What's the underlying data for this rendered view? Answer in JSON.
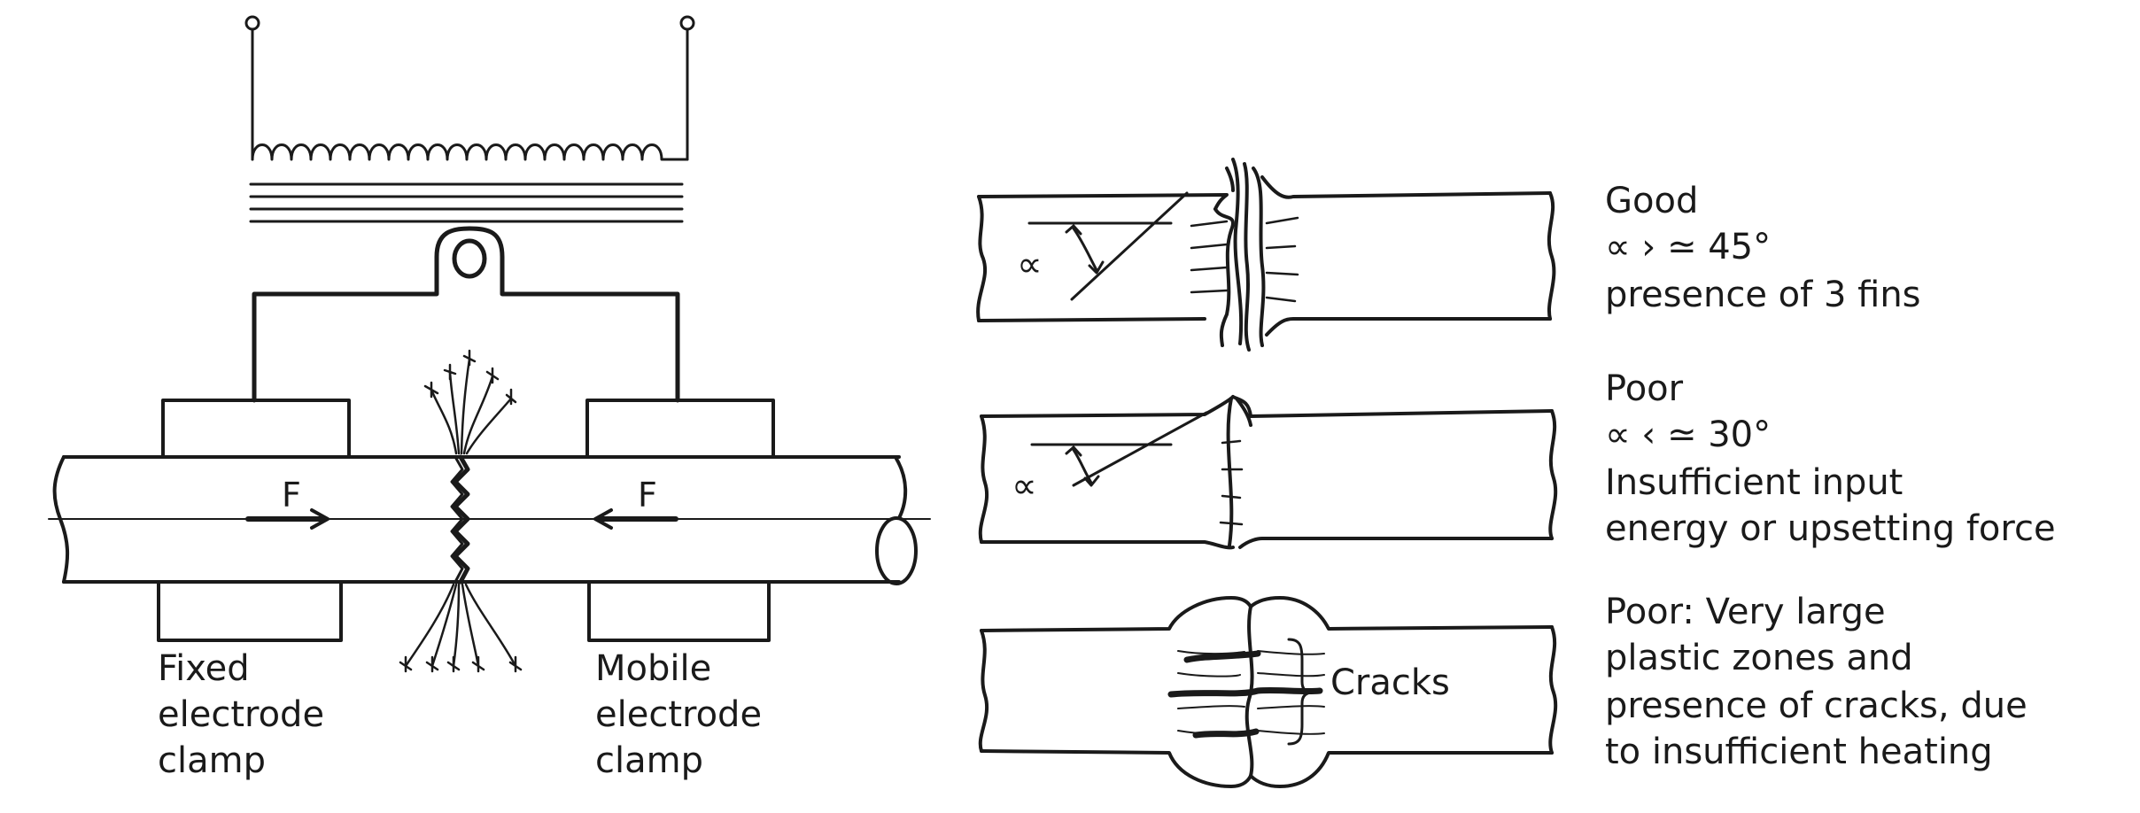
{
  "left": {
    "force_left": "F",
    "force_right": "F",
    "fixed_clamp": [
      "Fixed",
      "electrode",
      "clamp"
    ],
    "mobile_clamp": [
      "Mobile",
      "electrode",
      "clamp"
    ]
  },
  "cases": [
    {
      "lines": [
        "Good",
        "∝ › ≃ 45°",
        "presence of 3 fins"
      ],
      "angle": "∝"
    },
    {
      "lines": [
        "Poor",
        "∝ ‹ ≃ 30°",
        "Insufficient input",
        "energy or upsetting force"
      ],
      "angle": "∝"
    },
    {
      "lines": [
        "Poor: Very large",
        "plastic zones and",
        "presence of cracks, due",
        "to insufficient heating"
      ],
      "cracks_label": "Cracks"
    }
  ]
}
